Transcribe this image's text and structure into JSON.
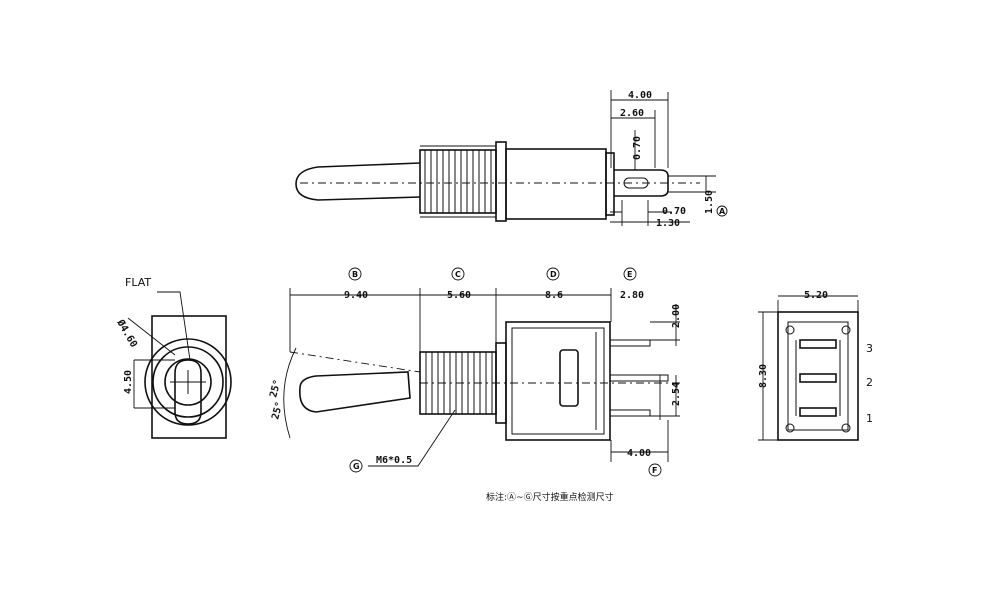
{
  "top_view": {
    "dims": [
      "4.00",
      "2.60",
      "0.70",
      "0.70",
      "1.30",
      "1.50"
    ],
    "ref": "A"
  },
  "front_view": {
    "flat_label": "FLAT",
    "dia_label": "Ø4.60",
    "height_label": "4.50"
  },
  "side_view": {
    "refs": [
      "B",
      "C",
      "D",
      "E",
      "F",
      "G"
    ],
    "dims": [
      "9.40",
      "5.60",
      "8.6",
      "2.80",
      "2.00",
      "2.54",
      "4.00",
      "25°",
      "25°"
    ],
    "thread_label": "M6*0.5"
  },
  "end_view": {
    "width_label": "5.20",
    "height_label": "8.30",
    "pins": [
      "3",
      "2",
      "1"
    ]
  },
  "note": "标注:Ⓐ~Ⓖ尺寸按重点检测尺寸"
}
